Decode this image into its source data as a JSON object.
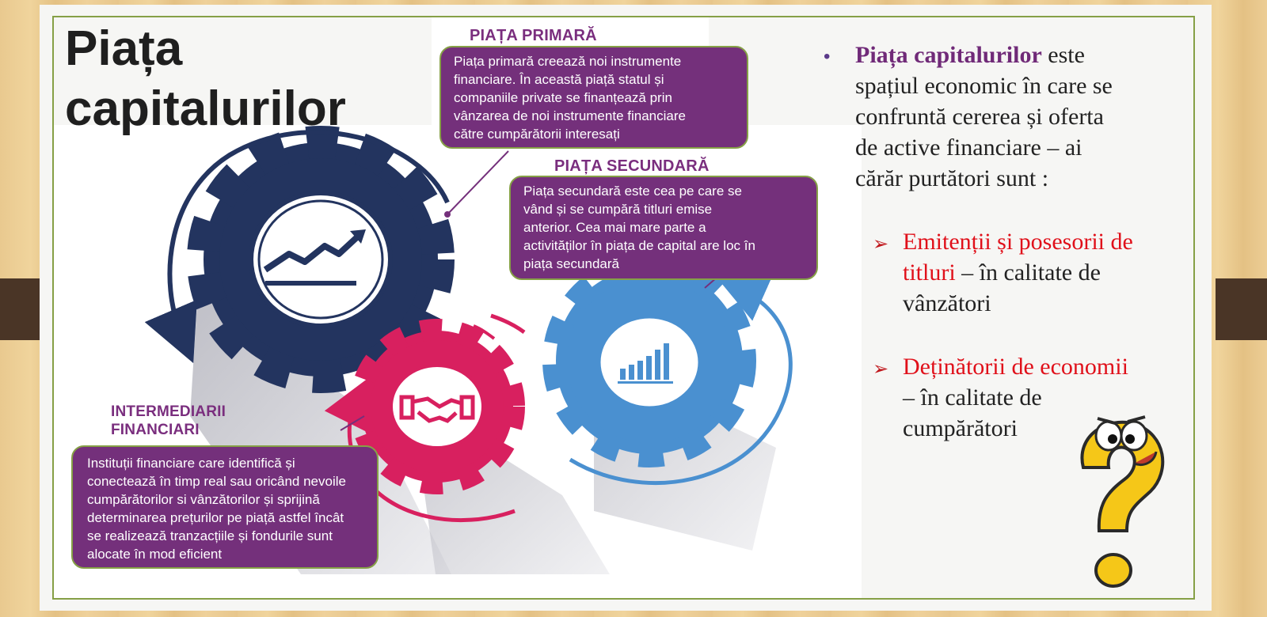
{
  "slide": {
    "title_line1": "Piața",
    "title_line2": "capitalurilor"
  },
  "primary_market": {
    "heading": "PIAȚA PRIMARĂ",
    "lines": [
      "Piața primară creează noi instrumente",
      "financiare. În această piață statul și",
      "companiile private se finanțează prin",
      "vânzarea de noi instrumente financiare",
      "către cumpărătorii interesați"
    ]
  },
  "secondary_market": {
    "heading": "PIAȚA SECUNDARĂ",
    "lines": [
      "Piața secundară este cea pe care se",
      "vând și se cumpără titluri emise",
      "anterior. Cea mai mare parte a",
      "activităților în piața de capital are loc în",
      "piața secundară"
    ]
  },
  "intermediaries": {
    "heading_line1": "INTERMEDIARII",
    "heading_line2": "FINANCIARI",
    "lines": [
      "Instituții financiare care identifică și",
      "conectează în timp real sau oricând nevoile",
      "cumpărătorilor si vânzătorilor și sprijină",
      "determinarea prețurilor pe piață astfel încât",
      "se realizează tranzacțiile și fondurile sunt",
      "alocate în mod eficient"
    ]
  },
  "definition": {
    "term": "Piața capitalurilor",
    "line1_rest": " este",
    "line2": "spațiul economic în care se",
    "line3": "confruntă cererea și oferta",
    "line4": "de active financiare – ai",
    "line5": "cărăr purtători sunt :"
  },
  "participants": [
    {
      "red_line1": "Emitenții și posesorii de",
      "red_line2": "titluri",
      "rest_line2": " – în calitate de",
      "line3": "vânzători"
    },
    {
      "red_line1": "Deținătorii de economii",
      "line2": "– în calitate de",
      "line3": "cumpărători"
    }
  ],
  "colors": {
    "navy_gear": "#23345f",
    "blue_gear": "#4a90d0",
    "magenta_gear": "#d8205f",
    "box_purple": "#74307b",
    "frame_green": "#86a046",
    "emphasis_red": "#e0101a"
  }
}
